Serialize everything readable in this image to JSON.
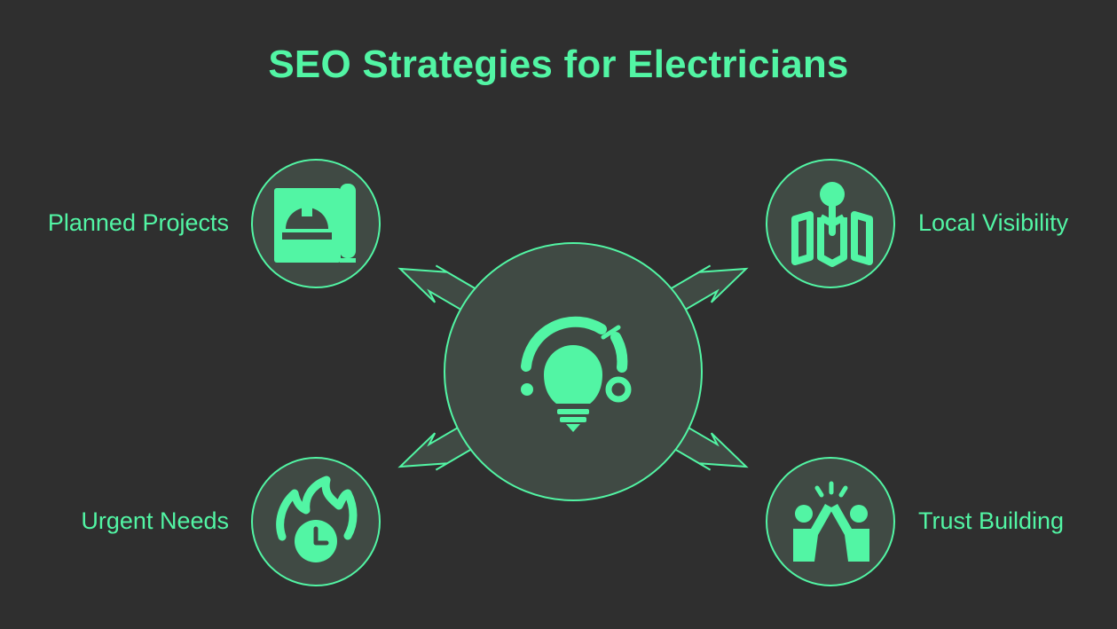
{
  "title": "SEO Strategies for Electricians",
  "center": {
    "icon": "lightbulb-idea-icon"
  },
  "nodes": [
    {
      "label": "Planned Projects",
      "icon": "construction-blueprint-icon"
    },
    {
      "label": "Local Visibility",
      "icon": "map-pin-icon"
    },
    {
      "label": "Urgent Needs",
      "icon": "fire-clock-icon"
    },
    {
      "label": "Trust Building",
      "icon": "high-five-icon"
    }
  ],
  "colors": {
    "background": "#2f2f2f",
    "accent": "#52f5a4",
    "circle_fill": "#404a44"
  }
}
